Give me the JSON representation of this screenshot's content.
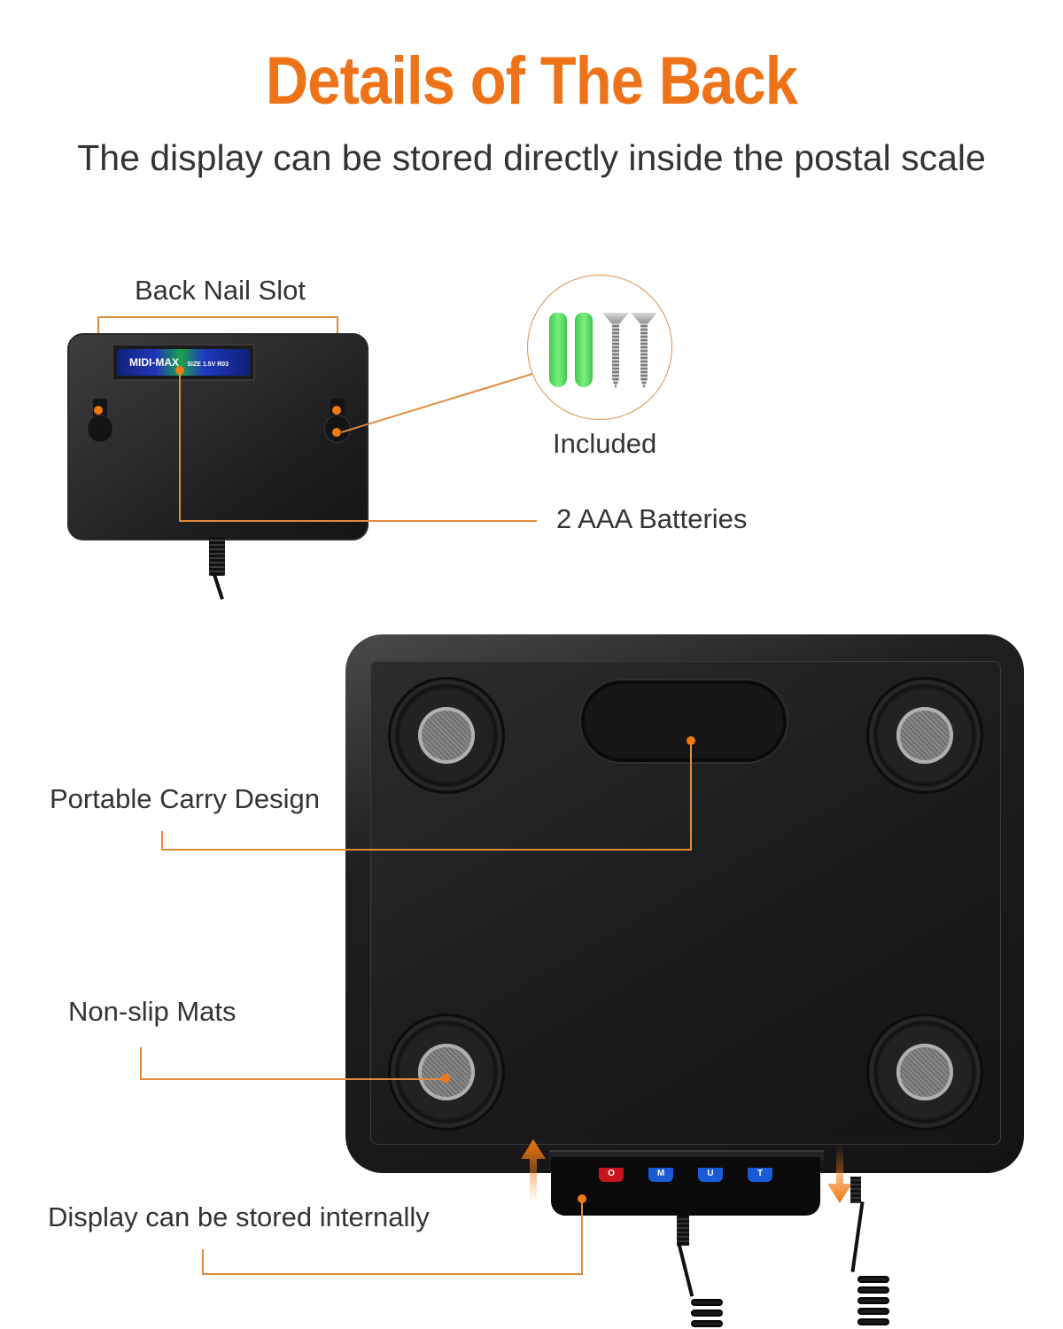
{
  "header": {
    "title": "Details of The Back",
    "subtitle": "The display can be stored directly inside the postal scale"
  },
  "callouts": {
    "back_nail_slot": "Back Nail Slot",
    "included": "Included",
    "batteries": "2 AAA Batteries",
    "portable_carry": "Portable Carry Design",
    "non_slip": "Non-slip Mats",
    "display_stored": "Display can be stored internally"
  },
  "battery": {
    "brand": "MIDI-MAX",
    "spec": "SIZE 1.5V R03"
  },
  "display_buttons": [
    {
      "label": "O",
      "color": "#c8141c"
    },
    {
      "label": "M",
      "color": "#1a5ad6"
    },
    {
      "label": "U",
      "color": "#1a5ad6"
    },
    {
      "label": "T",
      "color": "#1a5ad6"
    }
  ],
  "colors": {
    "accent": "#ee7318",
    "text": "#333333",
    "leader_line": "#e08a3c"
  }
}
